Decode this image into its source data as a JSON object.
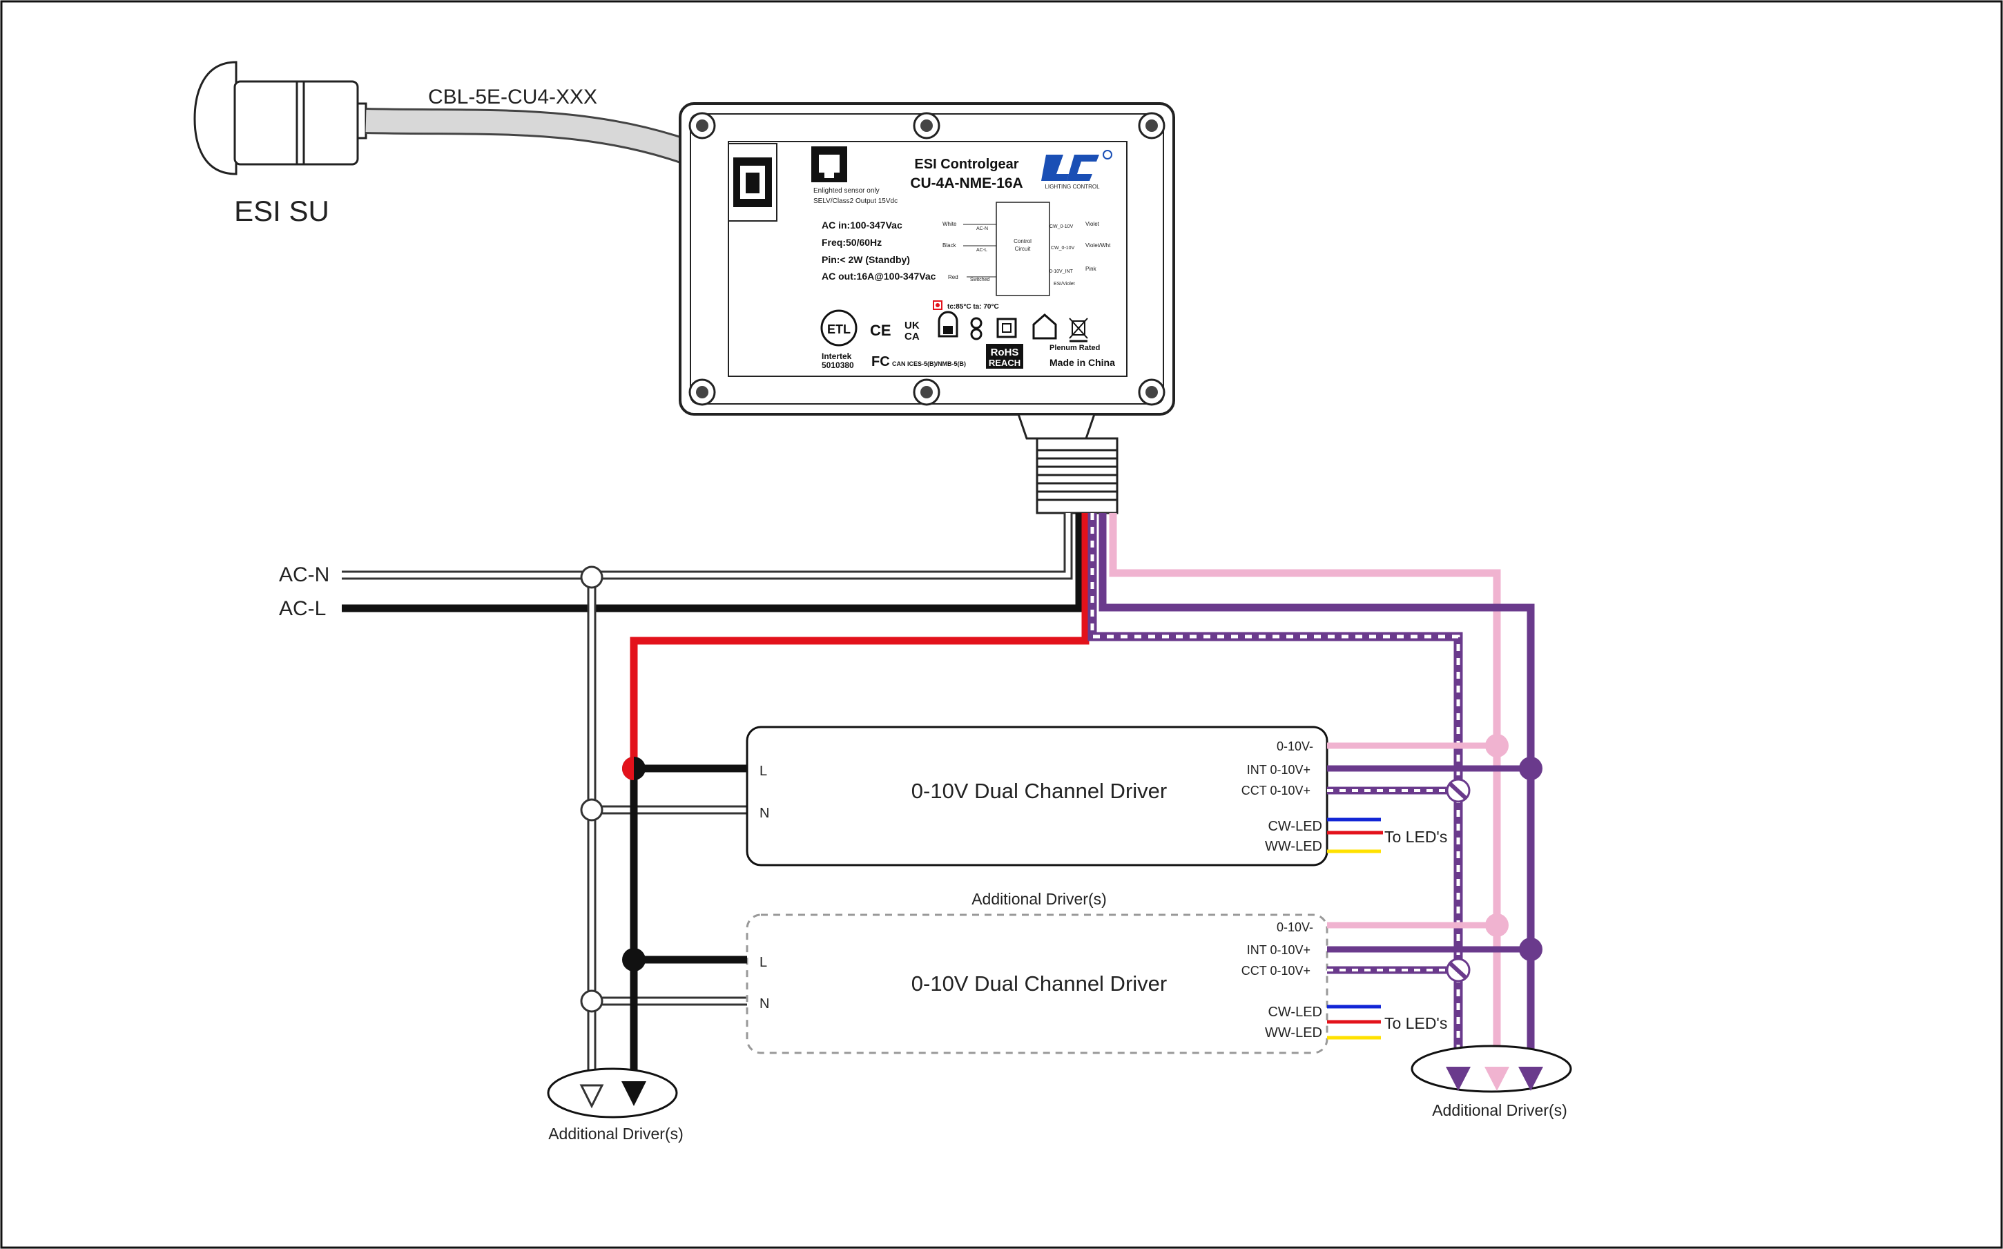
{
  "sensor": {
    "name": "ESI SU",
    "cable": "CBL-5E-CU4-XXX"
  },
  "controlgear": {
    "sensor_note_1": "Enlighted sensor only",
    "sensor_note_2": "SELV/Class2 Output 15Vdc",
    "title": "ESI Controlgear",
    "model": "CU-4A-NME-16A",
    "brand": "LIGHTING CONTROL",
    "specs": [
      "AC in:100-347Vac",
      "Freq:50/60Hz",
      "Pin:< 2W (Standby)",
      "AC out:16A@100-347Vac"
    ],
    "schematic": {
      "left": [
        "White",
        "Black",
        "Red"
      ],
      "mid": [
        "AC-N",
        "AC-L",
        "Switched"
      ],
      "box": [
        "Control",
        "Circuit"
      ],
      "right": [
        "CW_0-10V",
        "CW_0-10V",
        "0-10V_INT",
        "ESI/Violet"
      ],
      "right_colors": [
        "Violet",
        "Violet/Wht",
        "Pink"
      ]
    },
    "temps": "tc:85°C  ta: 70°C",
    "cert_1": "Intertek",
    "cert_2": "5010380",
    "fcc": "CAN ICES-5(B)/NMB-5(B)",
    "rohs_1": "RoHS",
    "rohs_2": "REACH",
    "plenum": "Plenum Rated",
    "made_in": "Made in China",
    "ce": "CE",
    "ukca_1": "UK",
    "ukca_2": "CA",
    "fc": "FC",
    "etl": "ETL"
  },
  "mains": {
    "neutral": "AC-N",
    "line": "AC-L"
  },
  "drivers": [
    {
      "title": "0-10V Dual Channel Driver",
      "in_l": "L",
      "in_n": "N",
      "outputs": [
        "0-10V-",
        "INT 0-10V+",
        "CCT 0-10V+"
      ],
      "leds": [
        "CW-LED",
        "WW-LED"
      ],
      "to_leds": "To LED's"
    },
    {
      "title": "0-10V Dual Channel Driver",
      "in_l": "L",
      "in_n": "N",
      "outputs": [
        "0-10V-",
        "INT 0-10V+",
        "CCT 0-10V+"
      ],
      "leds": [
        "CW-LED",
        "WW-LED"
      ],
      "to_leds": "To LED's",
      "caption": "Additional Driver(s)"
    }
  ],
  "destinations": {
    "left": "Additional Driver(s)",
    "right": "Additional Driver(s)"
  },
  "colors": {
    "red": "#e3121b",
    "black": "#111111",
    "pink": "#f0b3d0",
    "purple": "#6a3a8c",
    "blue": "#1226d6",
    "yellow": "#ffe100",
    "frame": "#111111"
  }
}
